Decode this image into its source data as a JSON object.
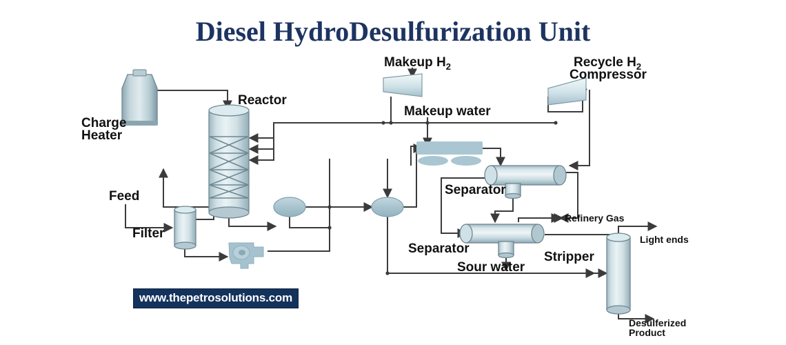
{
  "page": {
    "title": "Diesel HydroDesulfurization Unit",
    "watermark": "www.thepetrosolutions.com",
    "background_color": "#ffffff",
    "title_color": "#1d3461",
    "watermark_bg_color": "#13325c",
    "pipe_color": "#3b3b3b",
    "vessel_fill_light": "#e8f0f2",
    "vessel_fill_mid": "#b9ccd4",
    "equipment_accent_color": "#a9c6d2"
  },
  "labels": {
    "charge_heater": "Charge Heater",
    "charge_heater_line1": "Charge",
    "charge_heater_line2": "Heater",
    "reactor": "Reactor",
    "feed": "Feed",
    "filter": "Filter",
    "makeup_h2_line1": "Makeup H",
    "makeup_h2_sub": "2",
    "makeup_water": "Makeup water",
    "recycle_h2_line1": "Recycle H",
    "recycle_h2_sub": "2",
    "recycle_h2_line2": "Compressor",
    "separator_upper": "Separator",
    "separator_lower": "Separator",
    "refinery_gas": "Refinery Gas",
    "sour_water": "Sour water",
    "stripper": "Stripper",
    "light_ends": "Light ends",
    "desulferized_line1": "Desulferized",
    "desulferized_line2": "Product"
  },
  "equipment": [
    {
      "id": "charge-heater",
      "type": "fired-heater",
      "label": "Charge Heater"
    },
    {
      "id": "reactor",
      "type": "vertical-vessel",
      "label": "Reactor",
      "catalyst_beds": 3
    },
    {
      "id": "filter",
      "type": "vertical-drum",
      "label": "Filter"
    },
    {
      "id": "feed-pump",
      "type": "centrifugal-pump",
      "label": ""
    },
    {
      "id": "heat-exchanger-1",
      "type": "exchanger-ellipse",
      "label": ""
    },
    {
      "id": "heat-exchanger-2",
      "type": "exchanger-ellipse",
      "label": ""
    },
    {
      "id": "makeup-h2-compressor",
      "type": "compressor-trapezoid",
      "label": "Makeup H2"
    },
    {
      "id": "recycle-h2-compressor",
      "type": "compressor-trapezoid",
      "label": "Recycle H2 Compressor"
    },
    {
      "id": "air-cooler",
      "type": "air-cooler",
      "label": "",
      "fans": 2
    },
    {
      "id": "separator-hp",
      "type": "horizontal-drum-with-boot",
      "label": "Separator"
    },
    {
      "id": "separator-lp",
      "type": "horizontal-drum-with-boot",
      "label": "Separator"
    },
    {
      "id": "stripper",
      "type": "vertical-column",
      "label": "Stripper"
    }
  ],
  "streams": [
    {
      "id": "feed-in",
      "label": "Feed"
    },
    {
      "id": "makeup-h2-in",
      "label": "Makeup H2"
    },
    {
      "id": "makeup-water-in",
      "label": "Makeup water"
    },
    {
      "id": "refinery-gas-out",
      "label": "Refinery Gas"
    },
    {
      "id": "sour-water-out",
      "label": "Sour water"
    },
    {
      "id": "light-ends-out",
      "label": "Light ends"
    },
    {
      "id": "desulferized-product-out",
      "label": "Desulferized Product"
    }
  ]
}
